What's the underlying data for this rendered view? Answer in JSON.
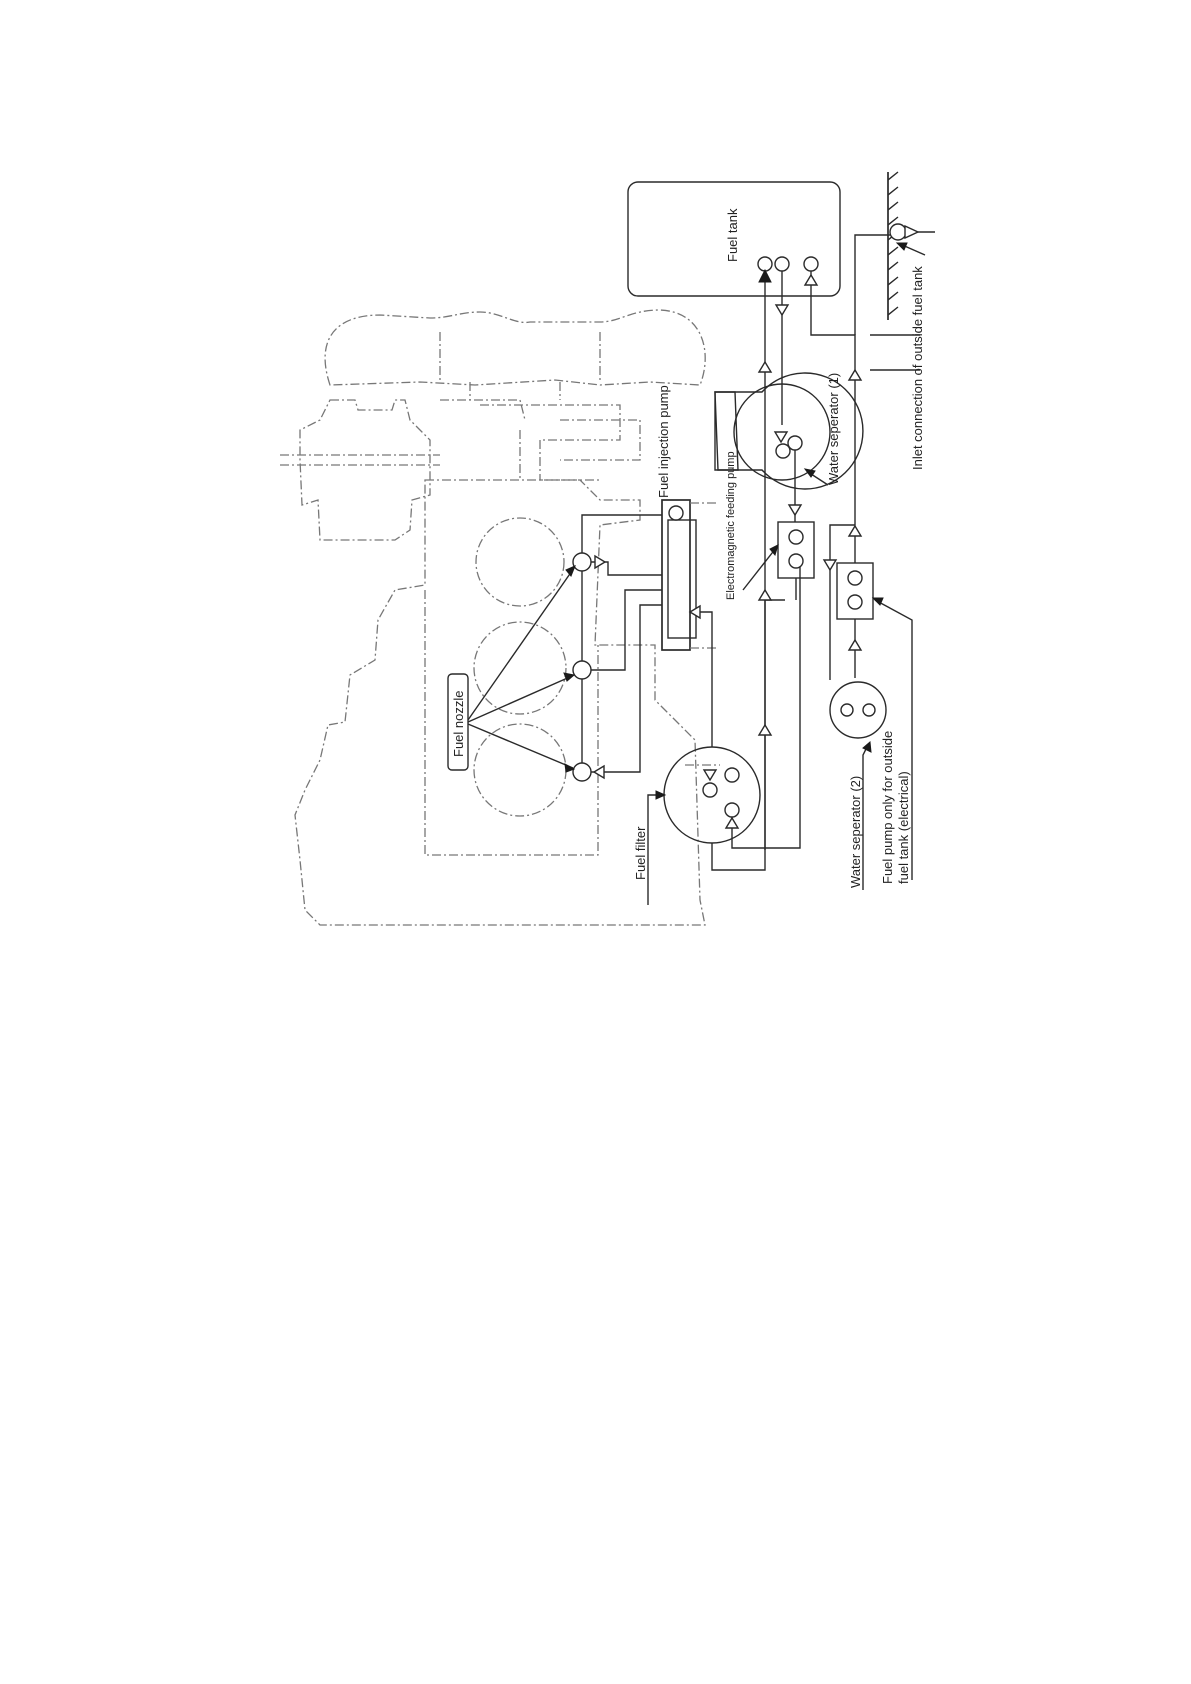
{
  "labels": {
    "fuel_tank": "Fuel tank",
    "fuel_injection_pump": "Fuel injection pump",
    "electromagnetic_feeding_pump": "Electromagnetic feeding pump",
    "water_separator_1": "Water seperator (1)",
    "water_separator_2": "Water seperator (2)",
    "fuel_nozzle": "Fuel nozzle",
    "fuel_filter": "Fuel filter",
    "fuel_pump_outside_line1": "Fuel pump only for outside",
    "fuel_pump_outside_line2": "fuel tank (electrical)",
    "inlet_connection": "Inlet connection of outside fuel tank"
  }
}
